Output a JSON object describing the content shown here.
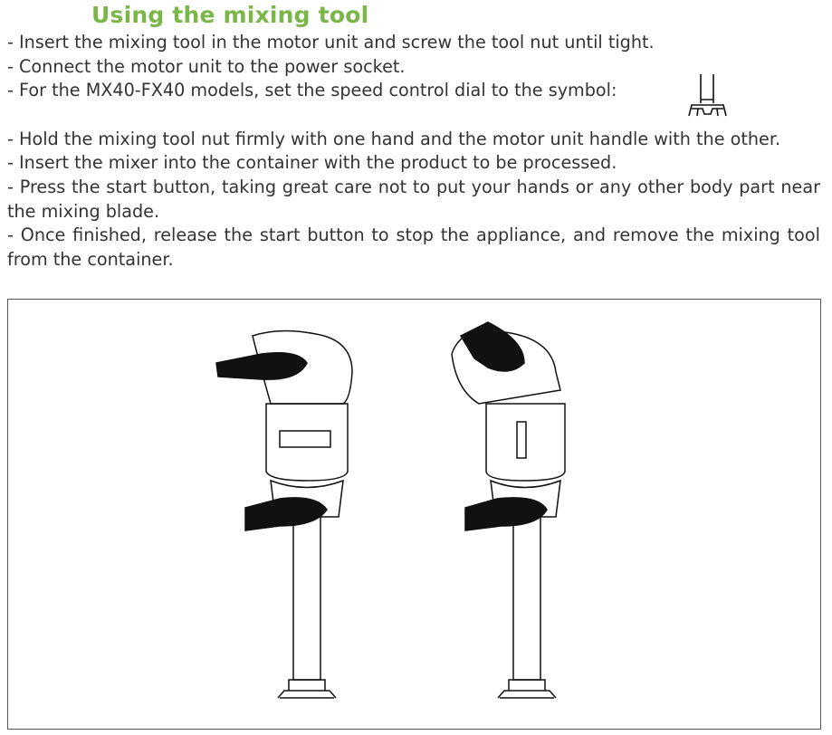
{
  "title": "Using the mixing tool",
  "steps": [
    "- Insert the mixing tool in the motor unit and screw the tool nut until tight.",
    "- Connect the motor unit to the power socket.",
    "- For the MX40-FX40 models, set the speed control dial to the symbol:",
    "- Hold the mixing tool nut firmly with one hand and the motor unit handle with the other.",
    "- Insert the mixer into the container with the product to be processed.",
    "- Press the start button, taking great care not to put your hands or any other body part near the mixing blade.",
    "- Once finished, release the start button to stop the appliance, and remove the mixing tool from the container."
  ],
  "colors": {
    "title": "#7ab648",
    "text": "#333333"
  },
  "icons": {
    "speed_symbol": "mixing-tool-symbol"
  }
}
